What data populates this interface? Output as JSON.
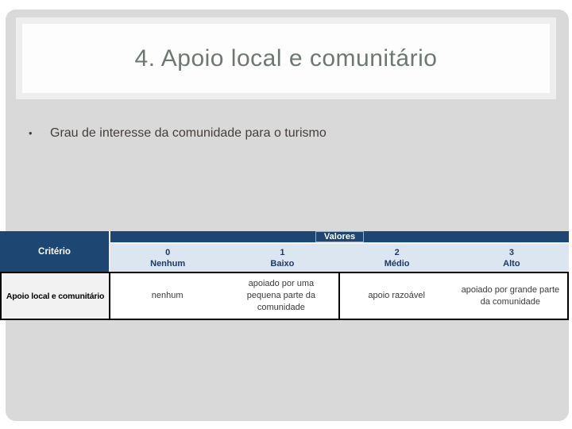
{
  "slide": {
    "title": "4. Apoio local e comunitário",
    "bullet_glyph": "•",
    "bullet": "Grau de interesse da comunidade para o turismo"
  },
  "table": {
    "criterio_header": "Critério",
    "valores_header": "Valores",
    "value_columns": [
      {
        "number": "0",
        "label": "Nenhum"
      },
      {
        "number": "1",
        "label": "Baixo"
      },
      {
        "number": "2",
        "label": "Médio"
      },
      {
        "number": "3",
        "label": "Alto"
      }
    ],
    "row": {
      "criterio": "Apoio local e comunitário",
      "values": [
        "nenhum",
        "apoiado por uma pequena parte da comunidade",
        "apoio razoável",
        "apoiado por grande parte da comunidade"
      ]
    }
  },
  "colors": {
    "slide_bg": "#D9D9D9",
    "title_color": "#6E7871",
    "bullet_color": "#453E3A",
    "header_navy": "#1E4673",
    "subheader_blue": "#DCE6F1",
    "subheader_text": "#1F3864",
    "criterio_cell_bg": "#F2F2F2"
  }
}
